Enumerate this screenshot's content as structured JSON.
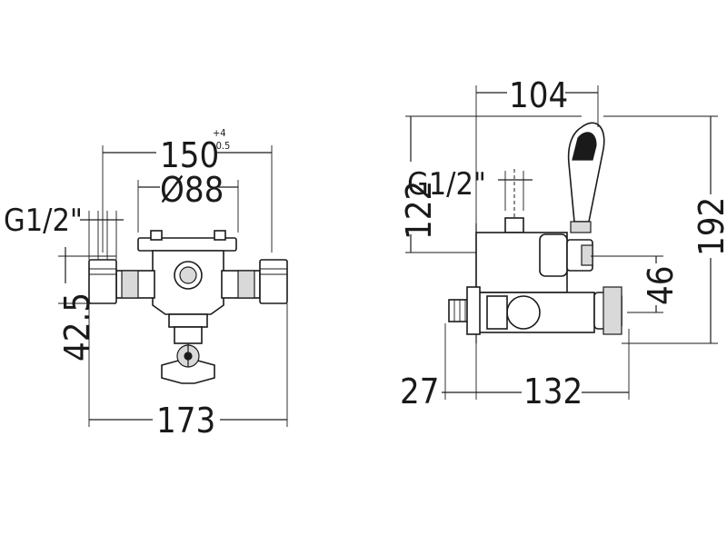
{
  "front_view": {
    "width_overall": "173",
    "centres": "150",
    "centres_tol_plus": "+4",
    "centres_tol_minus": "-0.5",
    "diameter": "Ø88",
    "thread": "G1/2\"",
    "height": "42.5"
  },
  "side_view": {
    "handle_depth": "104",
    "thread": "G1/2\"",
    "height_upper": "122",
    "height_total": "192",
    "outlet_height": "46",
    "offset": "27",
    "depth": "132"
  }
}
